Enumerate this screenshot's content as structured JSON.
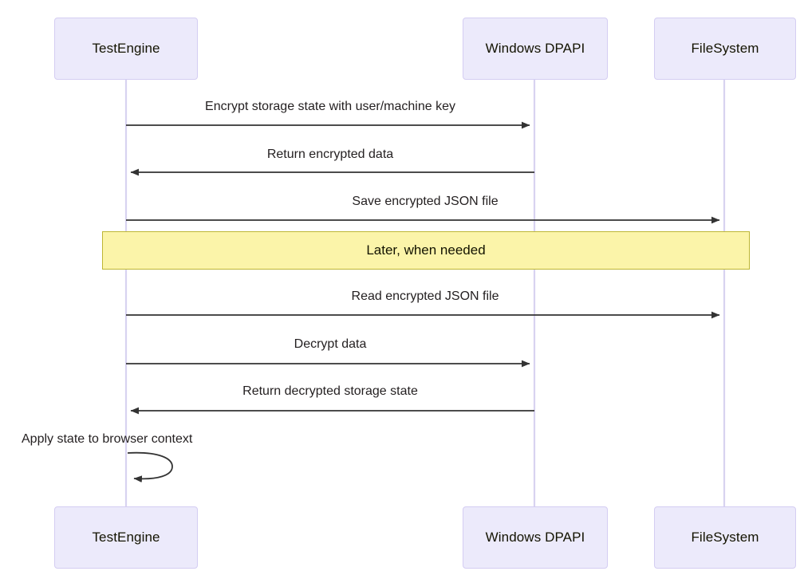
{
  "diagram": {
    "type": "sequence-diagram",
    "title": "",
    "background_color": "#ffffff",
    "colors": {
      "actor_fill": "#ECEAFB",
      "actor_border": "#D4CDF2",
      "lifeline": "#D8D3F0",
      "note_fill": "#FBF4A9",
      "note_border": "#BDB634",
      "arrow": "#333333",
      "text": "#131300"
    },
    "participants": [
      {
        "id": "test-engine",
        "label": "TestEngine"
      },
      {
        "id": "windows-dpapi",
        "label": "Windows DPAPI"
      },
      {
        "id": "filesystem",
        "label": "FileSystem"
      }
    ],
    "participants_bottom": [
      {
        "id": "test-engine",
        "label": "TestEngine"
      },
      {
        "id": "windows-dpapi",
        "label": "Windows DPAPI"
      },
      {
        "id": "filesystem",
        "label": "FileSystem"
      }
    ],
    "messages": [
      {
        "id": "msg-1",
        "from": "test-engine",
        "to": "windows-dpapi",
        "direction": "right",
        "label": "Encrypt storage state with user/machine key"
      },
      {
        "id": "msg-2",
        "from": "windows-dpapi",
        "to": "test-engine",
        "direction": "left",
        "label": "Return encrypted data"
      },
      {
        "id": "msg-3",
        "from": "test-engine",
        "to": "filesystem",
        "direction": "right",
        "label": "Save encrypted JSON file"
      },
      {
        "id": "msg-4",
        "from": "test-engine",
        "to": "filesystem",
        "direction": "right",
        "label": "Read encrypted JSON file"
      },
      {
        "id": "msg-5",
        "from": "test-engine",
        "to": "windows-dpapi",
        "direction": "right",
        "label": "Decrypt data"
      },
      {
        "id": "msg-6",
        "from": "windows-dpapi",
        "to": "test-engine",
        "direction": "left",
        "label": "Return decrypted storage state"
      },
      {
        "id": "msg-7",
        "from": "test-engine",
        "to": "test-engine",
        "direction": "self",
        "label": "Apply state to browser context"
      }
    ],
    "notes": [
      {
        "id": "note-later",
        "label": "Later, when needed",
        "span": "across-all"
      }
    ]
  }
}
